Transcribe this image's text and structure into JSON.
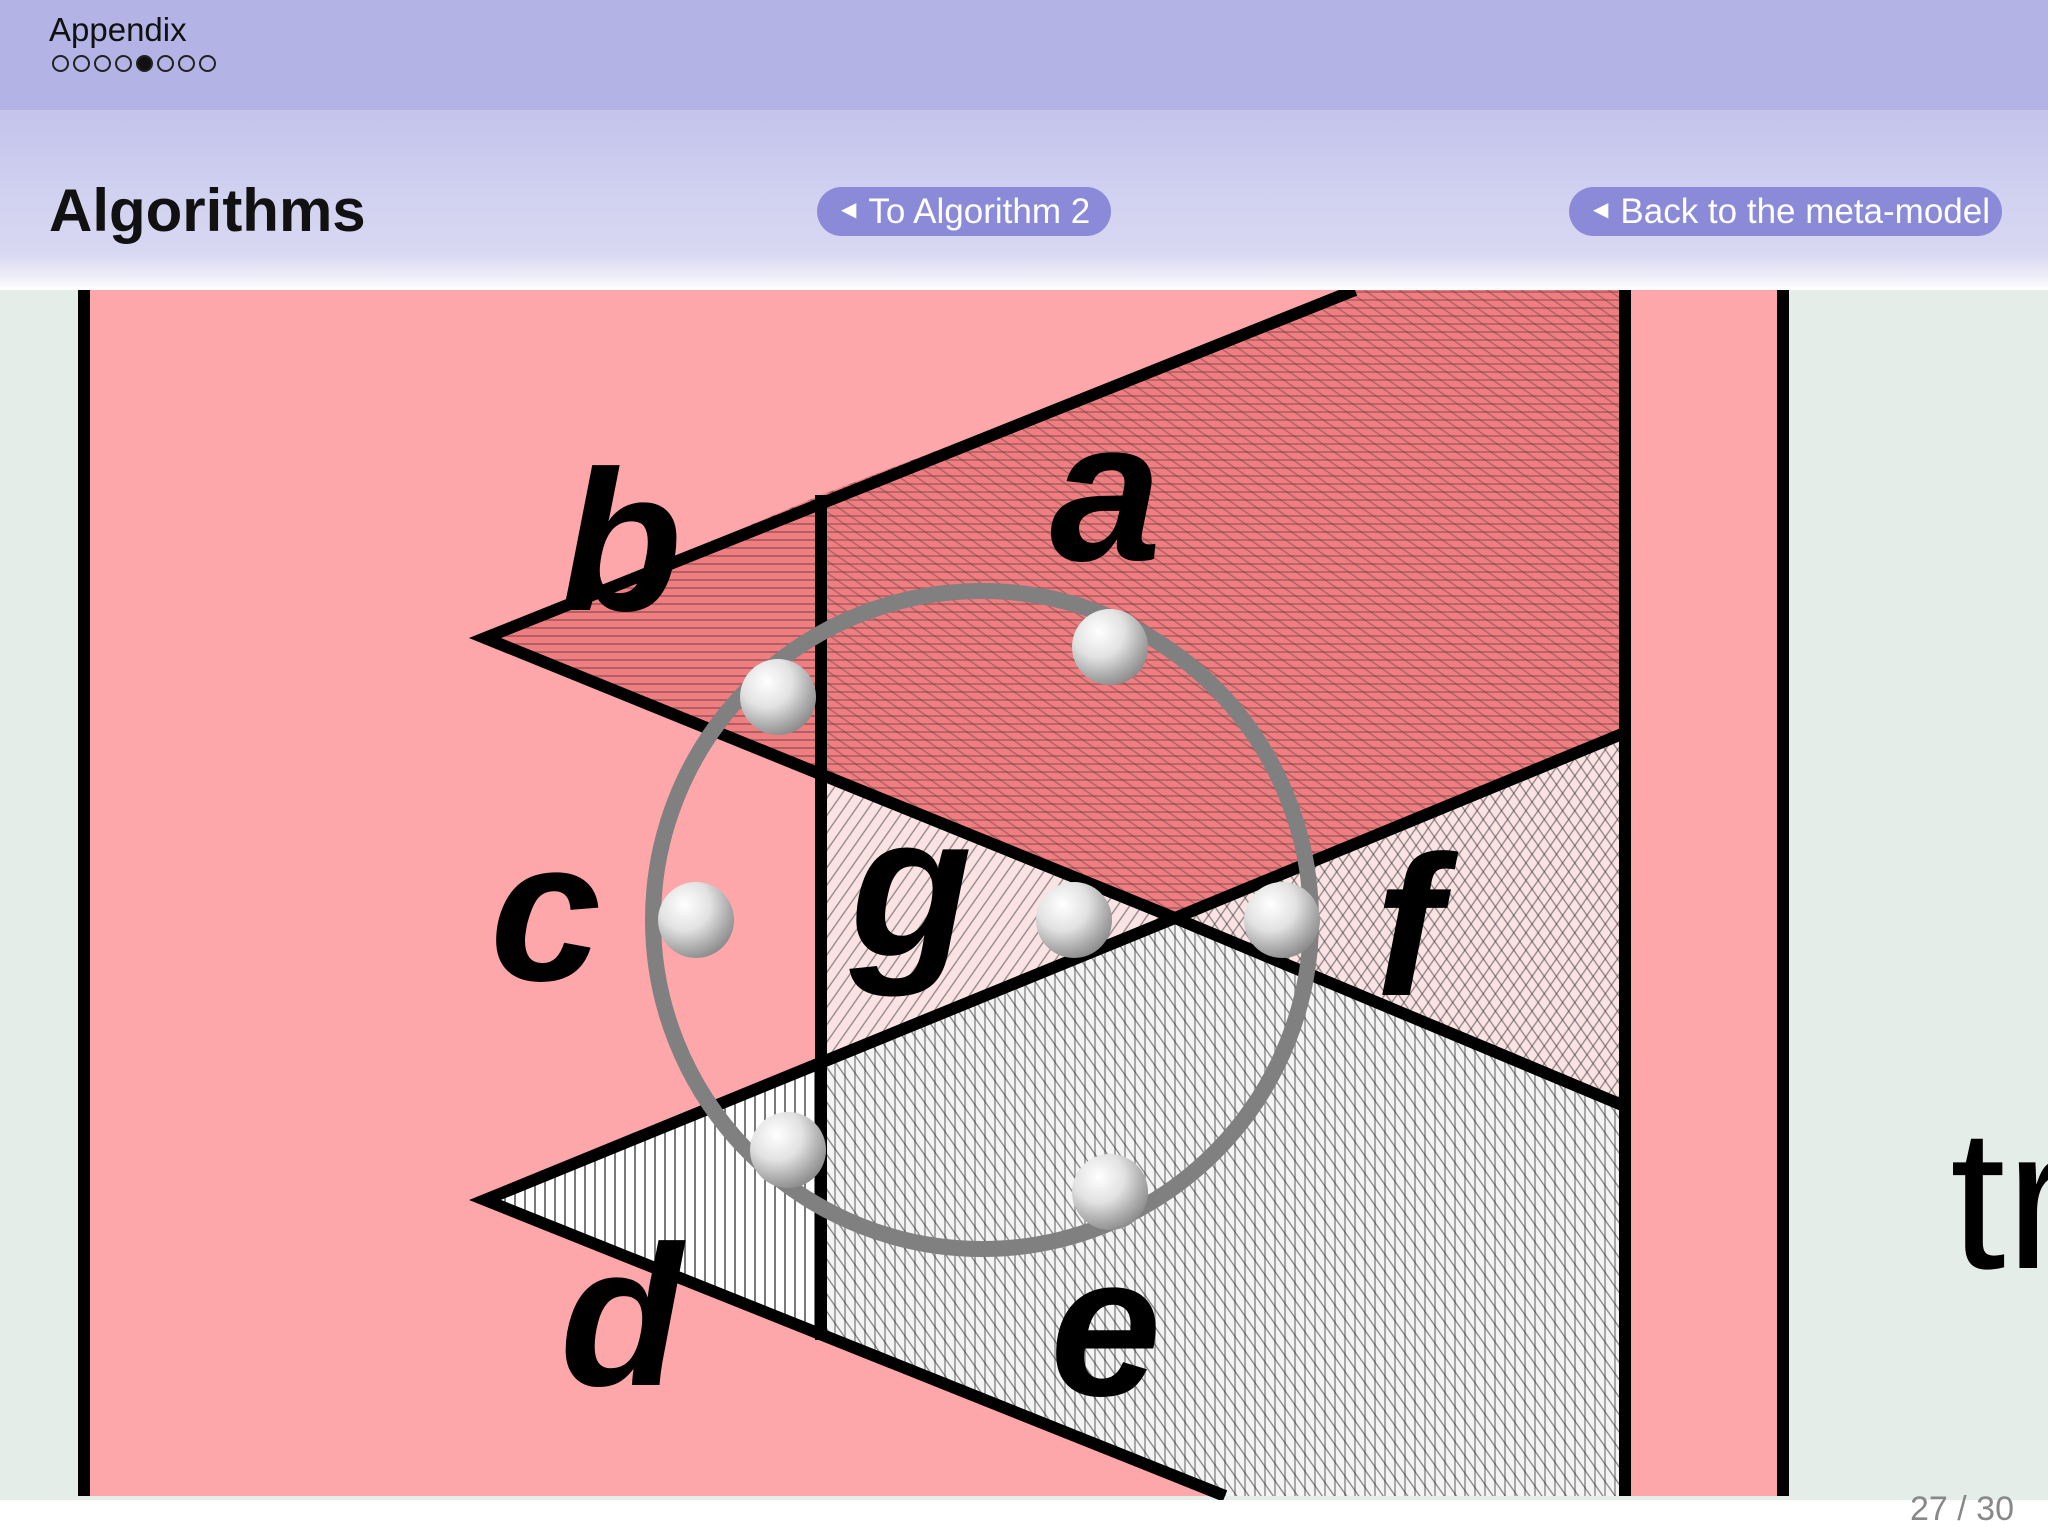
{
  "header": {
    "section": "Appendix",
    "nav_dots": [
      false,
      false,
      false,
      false,
      true,
      false,
      false,
      false
    ]
  },
  "frame": {
    "title": "Algorithms"
  },
  "buttons": {
    "to_algorithm": "To Algorithm 2",
    "back_meta": "Back to the meta-model"
  },
  "figure": {
    "region_labels": [
      "a",
      "b",
      "c",
      "d",
      "e",
      "f",
      "g"
    ],
    "cropped_text": "tr",
    "colors": {
      "background_pink": "#fda7ab",
      "region_red": "#f07d80",
      "side_panel": "#e5ede8",
      "circle_gray": "#808080",
      "header_lavender": "#b3b3e5"
    }
  },
  "footer": {
    "page": "27 / 30"
  }
}
